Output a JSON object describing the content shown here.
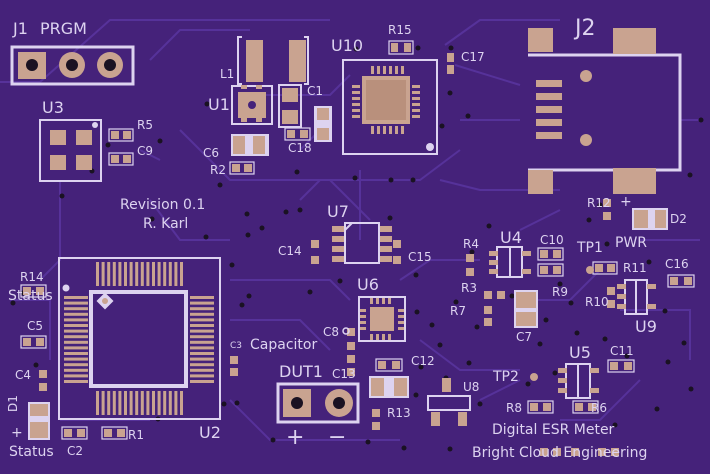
{
  "board": {
    "title": "Digital ESR Meter",
    "company": "Bright Cloud Engineering",
    "revision": "Revision 0.1",
    "author": "R. Karl"
  },
  "labels": {
    "j1": "J1",
    "prgm": "PRGM",
    "j2": "J2",
    "u1": "U1",
    "u2": "U2",
    "u3": "U3",
    "u4": "U4",
    "u5": "U5",
    "u6": "U6",
    "u7": "U7",
    "u8": "U8",
    "u9": "U9",
    "u10": "U10",
    "l1": "L1",
    "c1": "C1",
    "c2": "C2",
    "c3": "C3",
    "c4": "C4",
    "c5": "C5",
    "c6": "C6",
    "c7": "C7",
    "c8": "C8",
    "c9": "C9",
    "c10": "C10",
    "c11": "C11",
    "c12": "C12",
    "c13": "C13",
    "c14": "C14",
    "c15": "C15",
    "c16": "C16",
    "c17": "C17",
    "c18": "C18",
    "r1": "R1",
    "r2": "R2",
    "r3": "R3",
    "r4": "R4",
    "r5": "R5",
    "r6": "R6",
    "r7": "R7",
    "r8": "R8",
    "r9": "R9",
    "r10": "R10",
    "r11": "R11",
    "r12": "R12",
    "r13": "R13",
    "r14": "R14",
    "r15": "R15",
    "d1": "D1",
    "d2": "D2",
    "tp1": "TP1",
    "tp2": "TP2",
    "dut1": "DUT1",
    "capacitor": "Capacitor",
    "pwr": "PWR",
    "status": "Status",
    "plus": "+",
    "minus": "−"
  },
  "colors": {
    "board": "#45227a",
    "trace": "#5a35a0",
    "silkscreen": "#ddd3f0",
    "pad": "#c9a390",
    "via": "#1a1222"
  }
}
